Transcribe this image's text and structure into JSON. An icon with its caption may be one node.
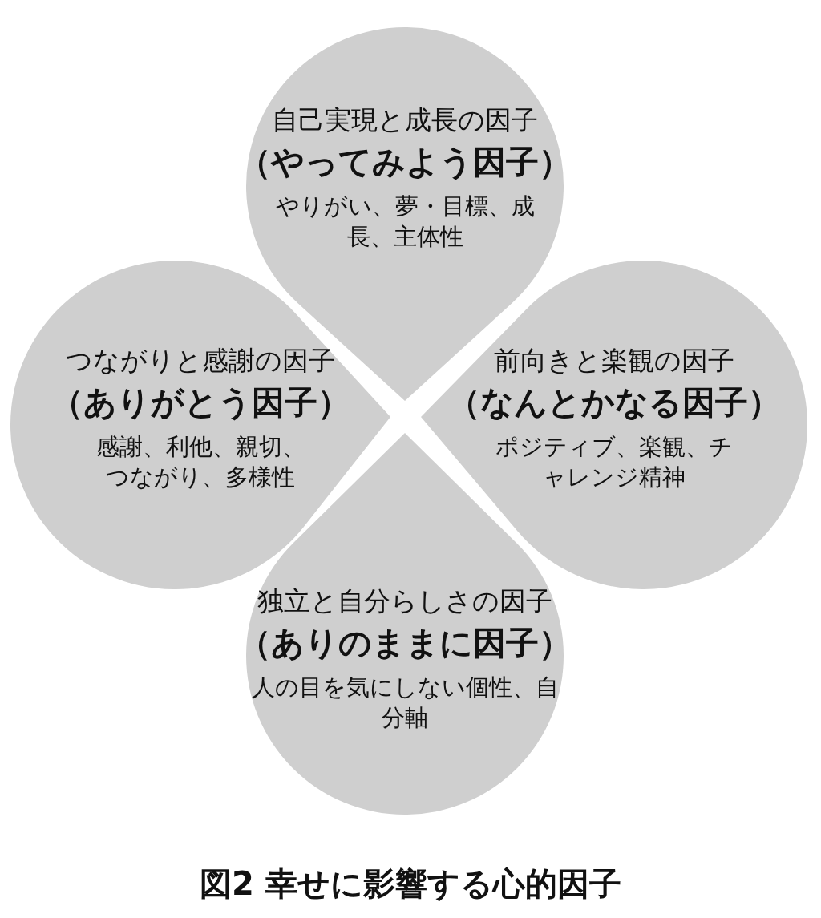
{
  "diagram": {
    "caption": "図2 幸せに影響する心的因子",
    "nodes": [
      {
        "text": [
          "自己実現と成長の因子",
          "（やってみよう因子）",
          "やりがい、夢・目標、成長、主体性"
        ]
      },
      {
        "text": [
          "つながりと感謝の因子",
          "（ありがとう因子）",
          "感謝、利他、親切、つながり、多様性"
        ]
      },
      {
        "text": [
          "前向きと楽観の因子",
          "（なんとかなる因子）",
          "ポジティブ、楽観、チャレンジ精神"
        ]
      },
      {
        "text": [
          "独立と自分らしさの因子",
          "（ありのままに因子）",
          "人の目を気にしない個性、自分軸"
        ]
      }
    ]
  }
}
